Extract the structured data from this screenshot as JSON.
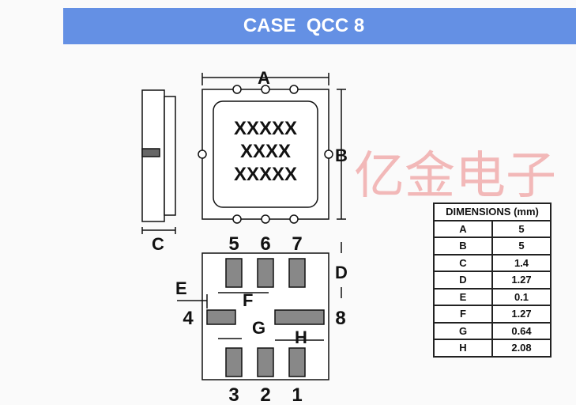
{
  "header": {
    "title": "CASE  QCC 8"
  },
  "watermark": "亿金电子",
  "diagram": {
    "top_view": {
      "marking": [
        "XXXXX",
        "XXXX",
        "XXXXX"
      ],
      "labels": {
        "a": "A",
        "b": "B"
      }
    },
    "side_view": {
      "label": "C"
    },
    "bottom_view": {
      "pins_top": [
        "5",
        "6",
        "7"
      ],
      "pins_bottom": [
        "3",
        "2",
        "1"
      ],
      "pin_left": "4",
      "pin_right": "8",
      "labels": {
        "d": "D",
        "e": "E",
        "f": "F",
        "g": "G",
        "h": "H"
      }
    }
  },
  "table": {
    "header": "DIMENSIONS (mm)",
    "rows": [
      {
        "dim": "A",
        "value": "5"
      },
      {
        "dim": "B",
        "value": "5"
      },
      {
        "dim": "C",
        "value": "1.4"
      },
      {
        "dim": "D",
        "value": "1.27"
      },
      {
        "dim": "E",
        "value": "0.1"
      },
      {
        "dim": "F",
        "value": "1.27"
      },
      {
        "dim": "G",
        "value": "0.64"
      },
      {
        "dim": "H",
        "value": "2.08"
      }
    ]
  }
}
